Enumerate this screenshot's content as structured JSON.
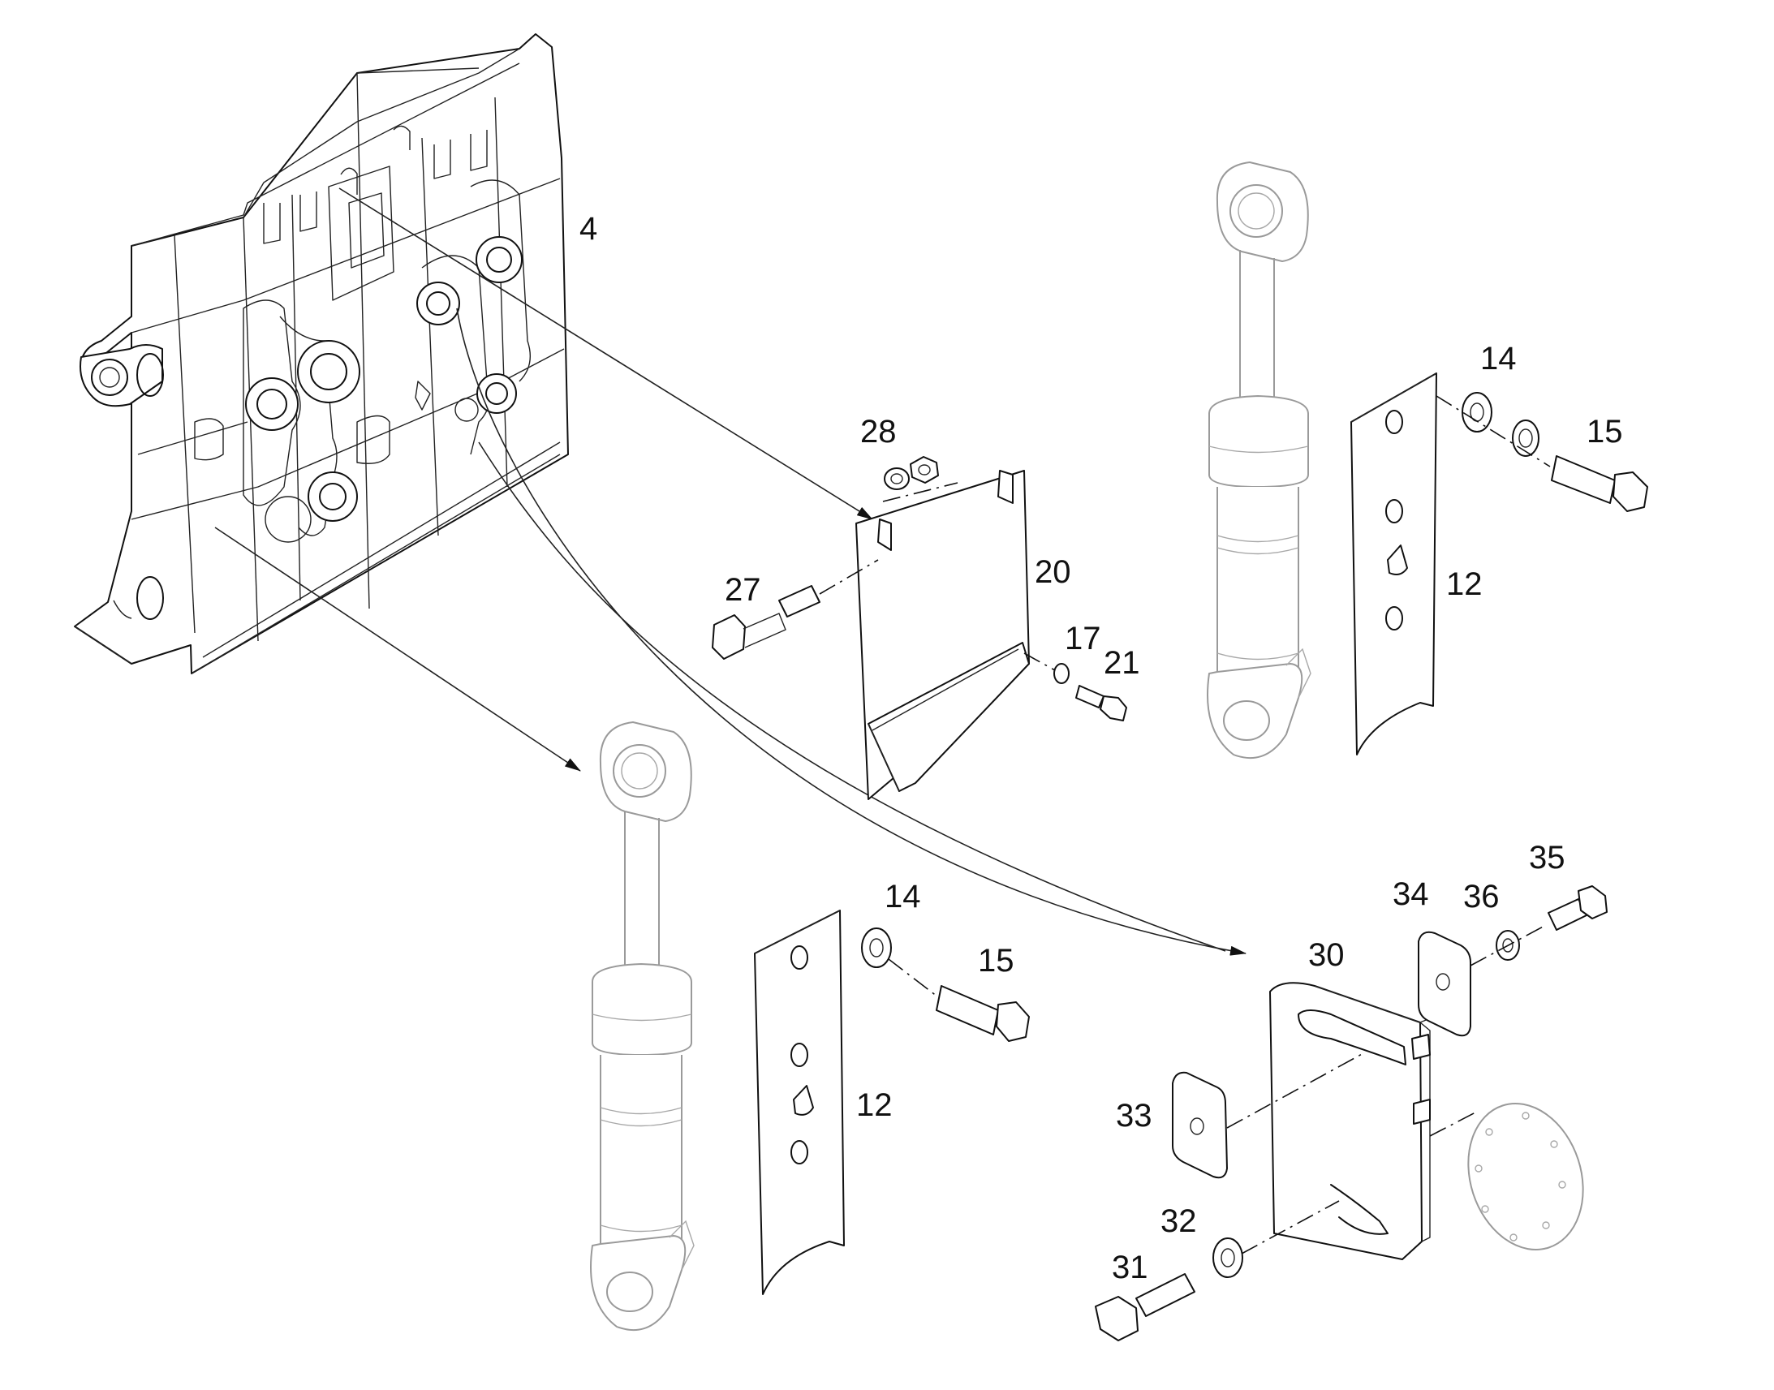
{
  "callouts": {
    "c4": "4",
    "c28": "28",
    "c27": "27",
    "c20": "20",
    "c17": "17",
    "c21": "21",
    "c14a": "14",
    "c15a": "15",
    "c12a": "12",
    "c14b": "14",
    "c15b": "15",
    "c12b": "12",
    "c34": "34",
    "c36": "36",
    "c35": "35",
    "c30": "30",
    "c33": "33",
    "c32": "32",
    "c31": "31"
  },
  "colors": {
    "line": "#111111",
    "ghost": "#9a9a9a",
    "background": "#ffffff"
  }
}
